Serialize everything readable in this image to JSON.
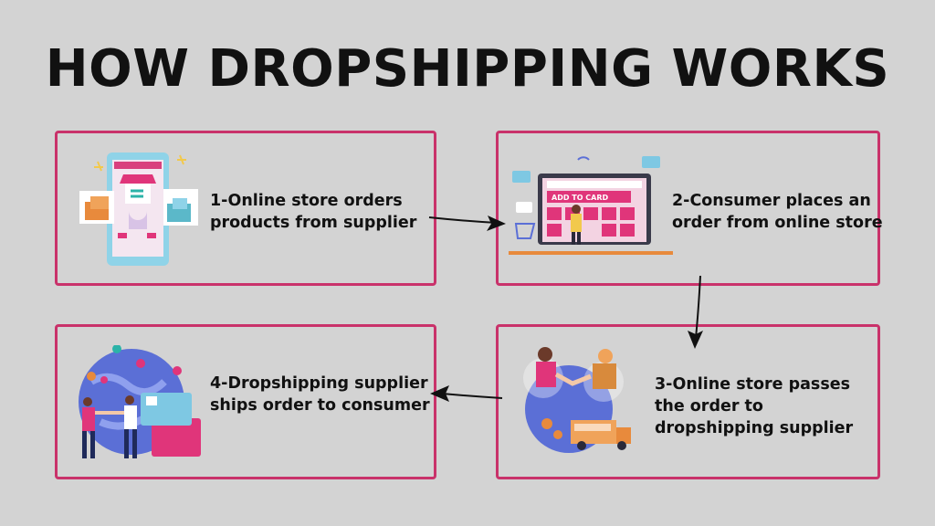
{
  "title": "HOW DROPSHIPPING WORKS",
  "steps": [
    {
      "text": "1-Online store orders\nproducts from supplier",
      "icon": "phone-store-icon"
    },
    {
      "text": "2-Consumer places an\norder from online store",
      "icon": "laptop-shop-icon"
    },
    {
      "text": "3-Online store passes\nthe order to\ndropshipping supplier",
      "icon": "handshake-truck-icon"
    },
    {
      "text": "4-Dropshipping supplier\nships order to consumer",
      "icon": "globe-delivery-icon"
    }
  ],
  "illustration_labels": {
    "add_to_card": "ADD TO CARD"
  },
  "colors": {
    "background": "#d3d3d3",
    "border": "#c9326a",
    "accent_pink": "#e0357a",
    "accent_blue": "#5b6fd6",
    "text": "#111111"
  }
}
